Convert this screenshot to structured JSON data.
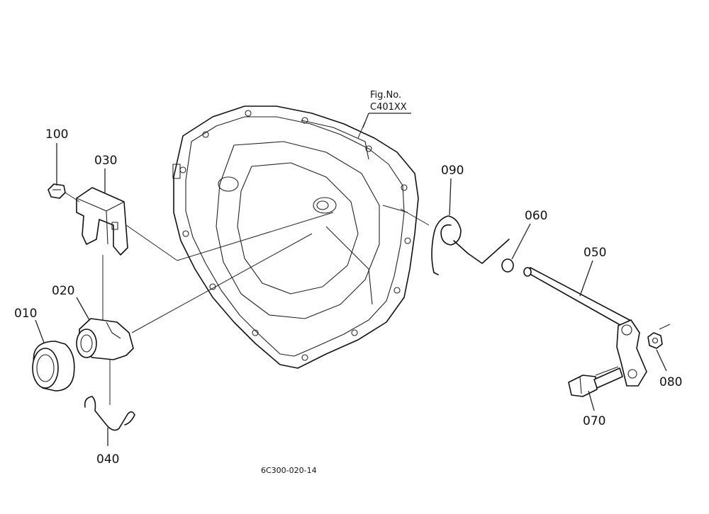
{
  "figure": {
    "ref_caption_line1": "Fig.No.",
    "ref_caption_line2": "C401XX",
    "drawing_code": "6C300-020-14"
  },
  "callouts": {
    "p010": "010",
    "p020": "020",
    "p030": "030",
    "p040": "040",
    "p050": "050",
    "p060": "060",
    "p070": "070",
    "p080": "080",
    "p090": "090",
    "p100": "100"
  }
}
